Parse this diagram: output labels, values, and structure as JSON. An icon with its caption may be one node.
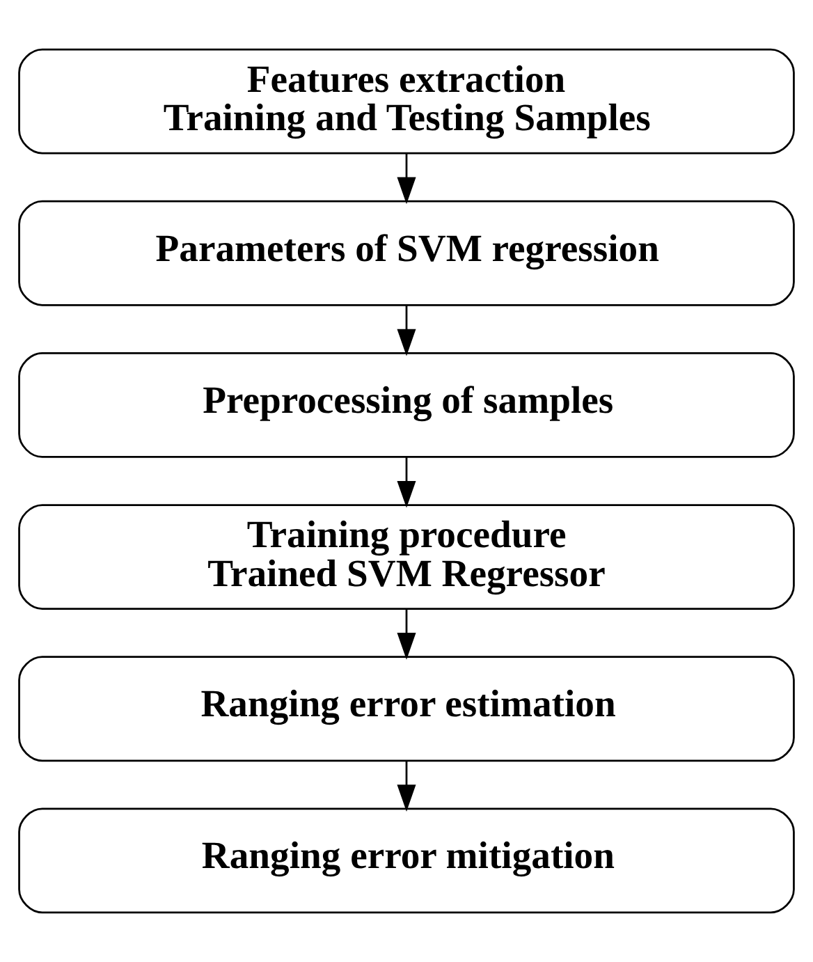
{
  "diagram": {
    "nodes": [
      {
        "text": [
          "Features extraction",
          "Training and Testing Samples"
        ]
      },
      {
        "text": [
          "Parameters of SVM regression"
        ]
      },
      {
        "text": [
          "Preprocessing of samples"
        ]
      },
      {
        "text": [
          "Training procedure",
          "Trained SVM Regressor"
        ]
      },
      {
        "text": [
          "Ranging error estimation"
        ]
      },
      {
        "text": [
          "Ranging error mitigation"
        ]
      }
    ],
    "edges": [
      {
        "from": 0,
        "to": 1,
        "arrow": "to"
      },
      {
        "from": 1,
        "to": 2,
        "arrow": "to"
      },
      {
        "from": 2,
        "to": 3,
        "arrow": "to"
      },
      {
        "from": 3,
        "to": 4,
        "arrow": "to"
      },
      {
        "from": 4,
        "to": 5,
        "arrow": "to"
      }
    ]
  }
}
